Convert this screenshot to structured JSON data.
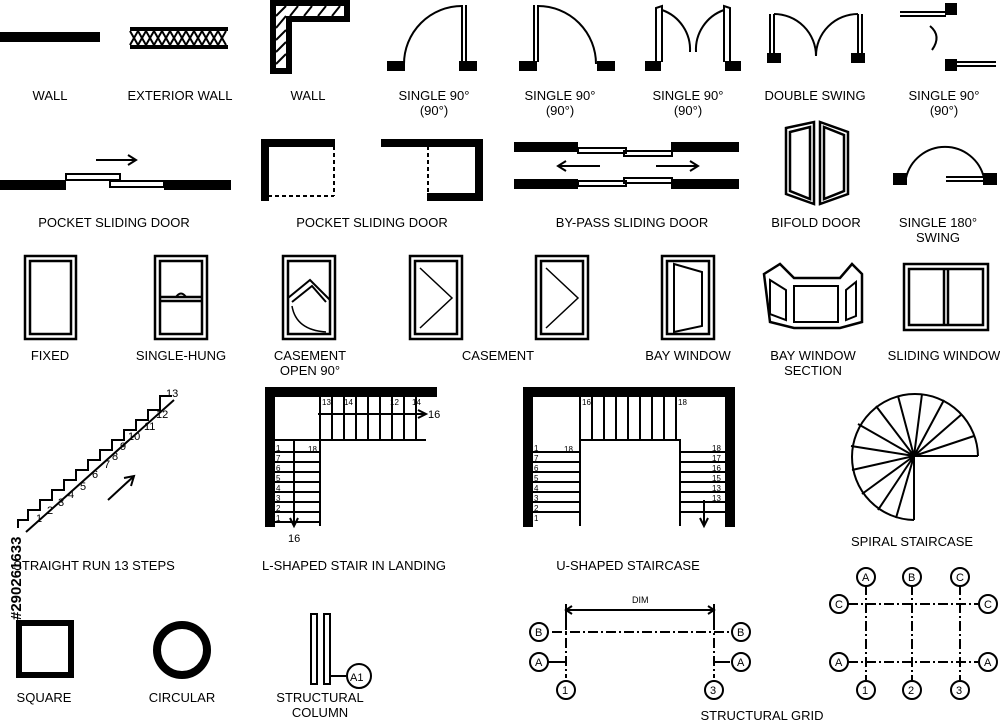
{
  "labels": {
    "wall_1": "WALL",
    "exterior_wall": "EXTERIOR WALL",
    "wall_2": "WALL",
    "single_90_a1": "SINGLE 90°",
    "single_90_a2": "(90°)",
    "single_90_b1": "SINGLE 90°",
    "single_90_b2": "(90°)",
    "single_90_c1": "SINGLE 90°",
    "single_90_c2": "(90°)",
    "double_swing": "DOUBLE SWING",
    "single_90_d1": "SINGLE 90°",
    "single_90_d2": "(90°)",
    "pocket_sliding_1": "POCKET SLIDING DOOR",
    "pocket_sliding_2": "POCKET SLIDING DOOR",
    "bypass_sliding": "BY-PASS SLIDING DOOR",
    "bifold": "BIFOLD DOOR",
    "single_180_1": "SINGLE 180°",
    "single_180_2": "SWING",
    "fixed": "FIXED",
    "single_hung": "SINGLE-HUNG",
    "casement_open_1": "CASEMENT",
    "casement_open_2": "OPEN 90°",
    "casement": "CASEMENT",
    "bay_window": "BAY WINDOW",
    "bay_section_1": "BAY WINDOW",
    "bay_section_2": "SECTION",
    "sliding_window": "SLIDING WINDOW",
    "straight_run": "STRAIGHT RUN 13 STEPS",
    "l_shaped": "L-SHAPED STAIR IN LANDING",
    "u_shaped": "U-SHAPED STAIRCASE",
    "spiral": "SPIRAL STAIRCASE",
    "square": "SQUARE",
    "circular": "CIRCULAR",
    "structural_column_1": "STRUCTURAL",
    "structural_column_2": "COLUMN",
    "structural_grid": "STRUCTURAL GRID"
  },
  "watermark": "#290261633",
  "stair_numbers": {
    "straight": [
      "1",
      "2",
      "3",
      "4",
      "5",
      "6",
      "7",
      "8",
      "9",
      "10",
      "11",
      "12",
      "13"
    ],
    "straight_top": "13",
    "l_top": [
      "13",
      "14",
      "12",
      "14"
    ],
    "l_landing": "16",
    "l_side": [
      "1",
      "7",
      "6",
      "5",
      "4",
      "3",
      "2",
      "1"
    ],
    "l_side_top": "18",
    "l_bottom": "16",
    "u_top": [
      "16",
      "18"
    ],
    "u_left": [
      "1",
      "7",
      "6",
      "5",
      "4",
      "3",
      "2",
      "1"
    ],
    "u_left_top": "18",
    "u_right": [
      "18",
      "17",
      "16",
      "15",
      "13",
      "13"
    ]
  },
  "grid_markers": {
    "dim": "DIM",
    "col_tag": "A1",
    "g1": [
      "B",
      "A",
      "B",
      "A",
      "1",
      "3"
    ],
    "g2": [
      "A",
      "B",
      "C",
      "C",
      "C",
      "A",
      "A",
      "1",
      "2",
      "3"
    ]
  }
}
